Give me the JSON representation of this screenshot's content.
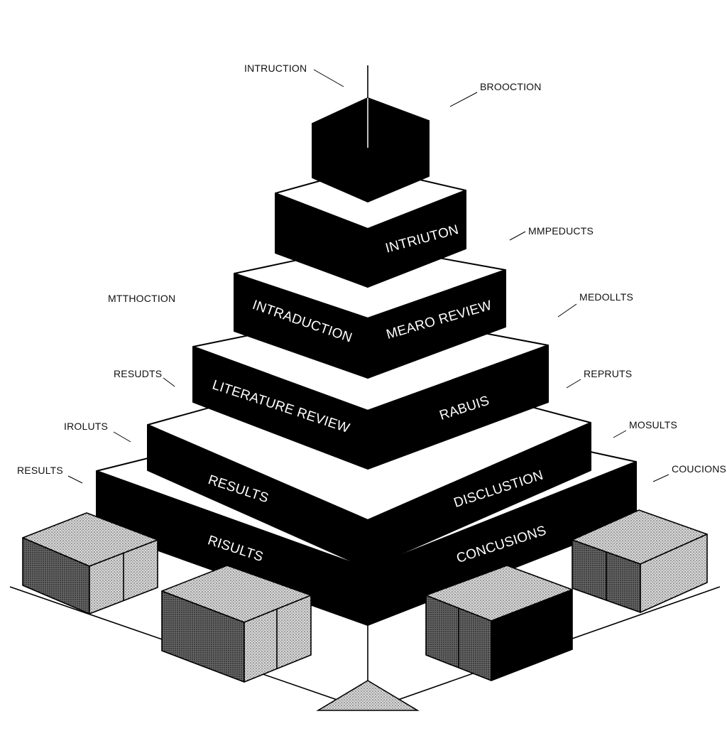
{
  "diagram": {
    "colors": {
      "ink": "#000000",
      "paper": "#ffffff",
      "stipple": "#9a9a9a"
    },
    "tiers": [
      {
        "left_label": "",
        "right_label": ""
      },
      {
        "left_label": "",
        "right_label": "INTRIUTON"
      },
      {
        "left_label": "INTRADUCTION",
        "right_label": "MEARO REVIEW"
      },
      {
        "left_label": "LITERATURE REVIEW",
        "right_label": "RABUIS"
      },
      {
        "left_label": "RESULTS",
        "right_label": "DISCLUSTION"
      },
      {
        "left_label": "RISULTS",
        "right_label": "CONCUSIONS"
      }
    ],
    "callouts": {
      "intruction": "INTRUCTION",
      "brooction": "BROOCTION",
      "mpeducts": "MMPEDUCTS",
      "mtthoction": "MTTHOCTION",
      "mebolts": "MEDOLLTS",
      "resudts": "RESUDTS",
      "repruts": "REPRUTS",
      "irolits": "IROLUTS",
      "mosults": "MOSULTS",
      "results": "RESULTS",
      "coucions": "COUCIONS"
    }
  }
}
